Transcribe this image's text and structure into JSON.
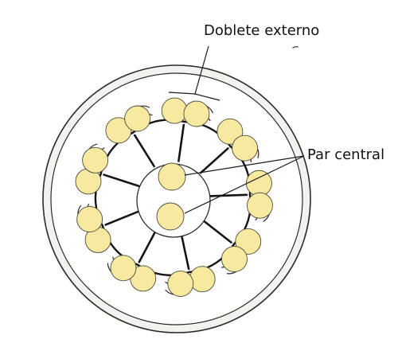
{
  "diagram": {
    "labels": {
      "outer_doublet": "Doblete externo",
      "central_pair": "Par central"
    },
    "structure": {
      "outer_doublet_count": 9,
      "central_tubule_count": 2
    },
    "colors": {
      "tubule_fill": "#f7eaa0",
      "membrane_fill": "#f4f2ef",
      "inner_fill": "#ffffff",
      "stroke": "#1a1a1a"
    }
  }
}
